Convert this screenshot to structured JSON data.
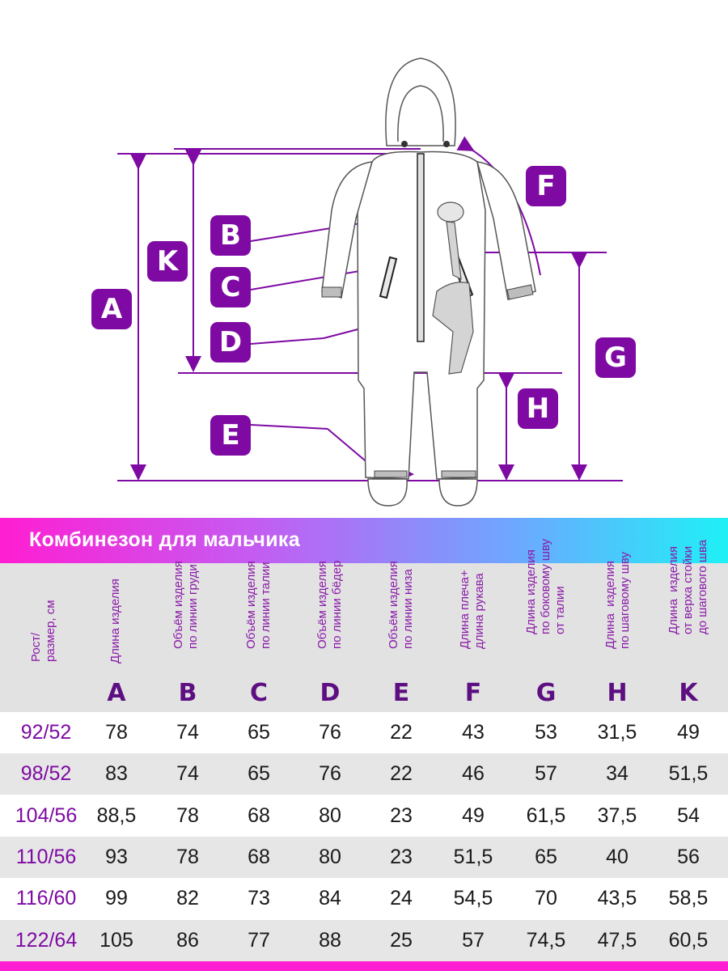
{
  "diagram": {
    "badges": {
      "A": "A",
      "B": "B",
      "C": "C",
      "D": "D",
      "E": "E",
      "F": "F",
      "G": "G",
      "H": "H",
      "K": "K"
    },
    "accent_color": "#7e0aa3",
    "garment": "children's hooded jumpsuit with giraffe print"
  },
  "title": "Комбинезон для мальчика",
  "table": {
    "size_header": "Рост/\nразмер, см",
    "columns": [
      {
        "letter": "A",
        "label": "Длина изделия"
      },
      {
        "letter": "B",
        "label": "Объём изделия\nпо линии груди"
      },
      {
        "letter": "C",
        "label": "Объём изделия\nпо линии талии"
      },
      {
        "letter": "D",
        "label": "Объём изделия\nпо линии бёдер"
      },
      {
        "letter": "E",
        "label": "Объём изделия\nпо линии низа"
      },
      {
        "letter": "F",
        "label": "Длина плеча+\nдлина рукава"
      },
      {
        "letter": "G",
        "label": "Длина изделия\nпо боковому шву\nот талии"
      },
      {
        "letter": "H",
        "label": "Длина  изделия\nпо шаговому шву"
      },
      {
        "letter": "K",
        "label": "Длина  изделия\nот верха стойки\nдо шагового шва"
      }
    ],
    "rows": [
      {
        "size": "92/52",
        "values": [
          "78",
          "74",
          "65",
          "76",
          "22",
          "43",
          "53",
          "31,5",
          "49"
        ]
      },
      {
        "size": "98/52",
        "values": [
          "83",
          "74",
          "65",
          "76",
          "22",
          "46",
          "57",
          "34",
          "51,5"
        ]
      },
      {
        "size": "104/56",
        "values": [
          "88,5",
          "78",
          "68",
          "80",
          "23",
          "49",
          "61,5",
          "37,5",
          "54"
        ]
      },
      {
        "size": "110/56",
        "values": [
          "93",
          "78",
          "68",
          "80",
          "23",
          "51,5",
          "65",
          "40",
          "56"
        ]
      },
      {
        "size": "116/60",
        "values": [
          "99",
          "82",
          "73",
          "84",
          "24",
          "54,5",
          "70",
          "43,5",
          "58,5"
        ]
      },
      {
        "size": "122/64",
        "values": [
          "105",
          "86",
          "77",
          "88",
          "25",
          "57",
          "74,5",
          "47,5",
          "60,5"
        ]
      }
    ]
  },
  "colors": {
    "size_text": "#7e0aa3",
    "letter_text": "#5d0f82",
    "row_shade": "#e6e6e6",
    "header_bg": "#e2e2e2",
    "bottom_bar": "#ff1ed2"
  }
}
